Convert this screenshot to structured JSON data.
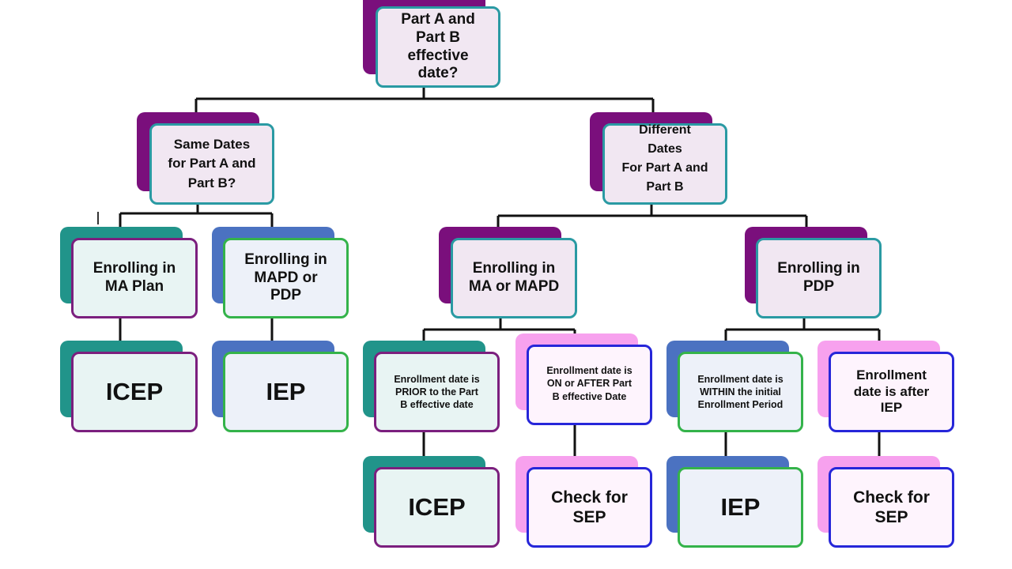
{
  "colors": {
    "purple": "#7a0f7c",
    "purple_border": "#7b1f7e",
    "teal": "#21948a",
    "teal_border": "#2a9aa3",
    "blue": "#4b72c1",
    "green_border": "#34b34a",
    "pink": "#f7a1ee",
    "navy_border": "#2626d9",
    "line": "#111111"
  },
  "nodes": {
    "root": "Part A and\nPart B\neffective\ndate?",
    "same_dates": "Same Dates\nfor Part A and\nPart B?",
    "different_dates": "Different\nDates\nFor Part A and\nPart B",
    "enroll_ma_plan": "Enrolling in\nMA Plan",
    "enroll_mapd_pdp": "Enrolling in\nMAPD or\nPDP",
    "enroll_ma_mapd": "Enrolling in\nMA or MAPD",
    "enroll_pdp": "Enrolling in\nPDP",
    "icep_1": "ICEP",
    "iep_1": "IEP",
    "prior_part_b": "Enrollment date is\nPRIOR to the Part\nB effective date",
    "on_after_part_b": "Enrollment date is\nON or AFTER Part\nB effective Date",
    "within_initial": "Enrollment date is\nWITHIN the initial\nEnrollment Period",
    "after_iep": "Enrollment\ndate is after\nIEP",
    "icep_2": "ICEP",
    "check_sep_1": "Check for\nSEP",
    "iep_2": "IEP",
    "check_sep_2": "Check for\nSEP"
  }
}
